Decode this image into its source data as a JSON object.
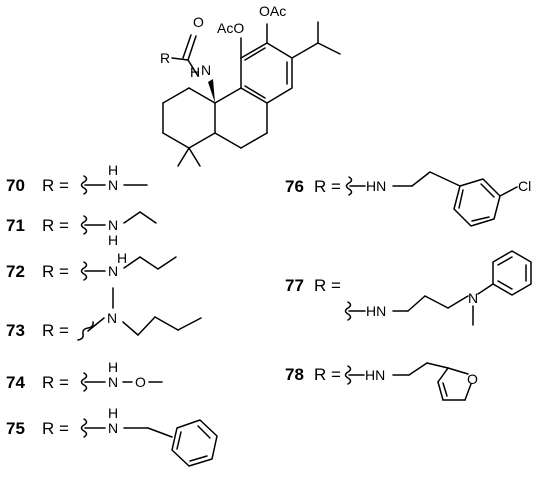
{
  "core": {
    "acetoxy_1": "AcO",
    "acetoxy_2": "OAc",
    "carbonyl_o": "O",
    "r_group": "R",
    "amide_n": "N",
    "amide_h": "H"
  },
  "r_equals": "R =",
  "compounds": [
    {
      "number": "70",
      "labels": [
        "H",
        "N"
      ]
    },
    {
      "number": "71",
      "labels": [
        "N",
        "H"
      ]
    },
    {
      "number": "72",
      "labels": [
        "N",
        "H"
      ]
    },
    {
      "number": "73",
      "labels": [
        "N"
      ]
    },
    {
      "number": "74",
      "labels": [
        "H",
        "N",
        "O"
      ]
    },
    {
      "number": "75",
      "labels": [
        "H",
        "N"
      ]
    },
    {
      "number": "76",
      "labels": [
        "HN",
        "Cl"
      ]
    },
    {
      "number": "77",
      "labels": [
        "HN",
        "N"
      ]
    },
    {
      "number": "78",
      "labels": [
        "HN",
        "O"
      ]
    }
  ]
}
